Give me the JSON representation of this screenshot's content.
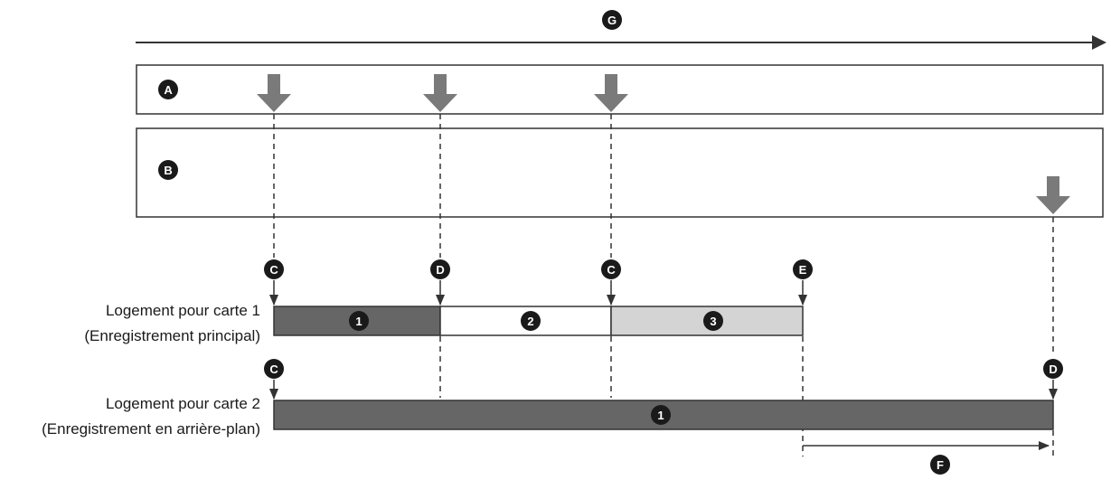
{
  "timeline_marker": "G",
  "lanes": {
    "a": {
      "marker": "A"
    },
    "b": {
      "marker": "B"
    }
  },
  "events": {
    "e1": "C",
    "e2": "D",
    "e3": "C",
    "e4": "E",
    "slot2_start": "C",
    "slot2_end": "D"
  },
  "slot1": {
    "line1": "Logement pour carte 1",
    "line2": "(Enregistrement principal)",
    "segments": [
      {
        "number": "1",
        "fill": "#666666"
      },
      {
        "number": "2",
        "fill": "#ffffff"
      },
      {
        "number": "3",
        "fill": "#d4d4d4"
      }
    ]
  },
  "slot2": {
    "line1": "Logement pour carte 2",
    "line2": "(Enregistrement en arrière-plan)",
    "segments": [
      {
        "number": "1",
        "fill": "#666666"
      }
    ]
  },
  "duration_marker": "F",
  "colors": {
    "line": "#333333",
    "arrow": "#7a7a7a",
    "marker_bg": "#1a1a1a",
    "marker_text": "#ffffff"
  }
}
